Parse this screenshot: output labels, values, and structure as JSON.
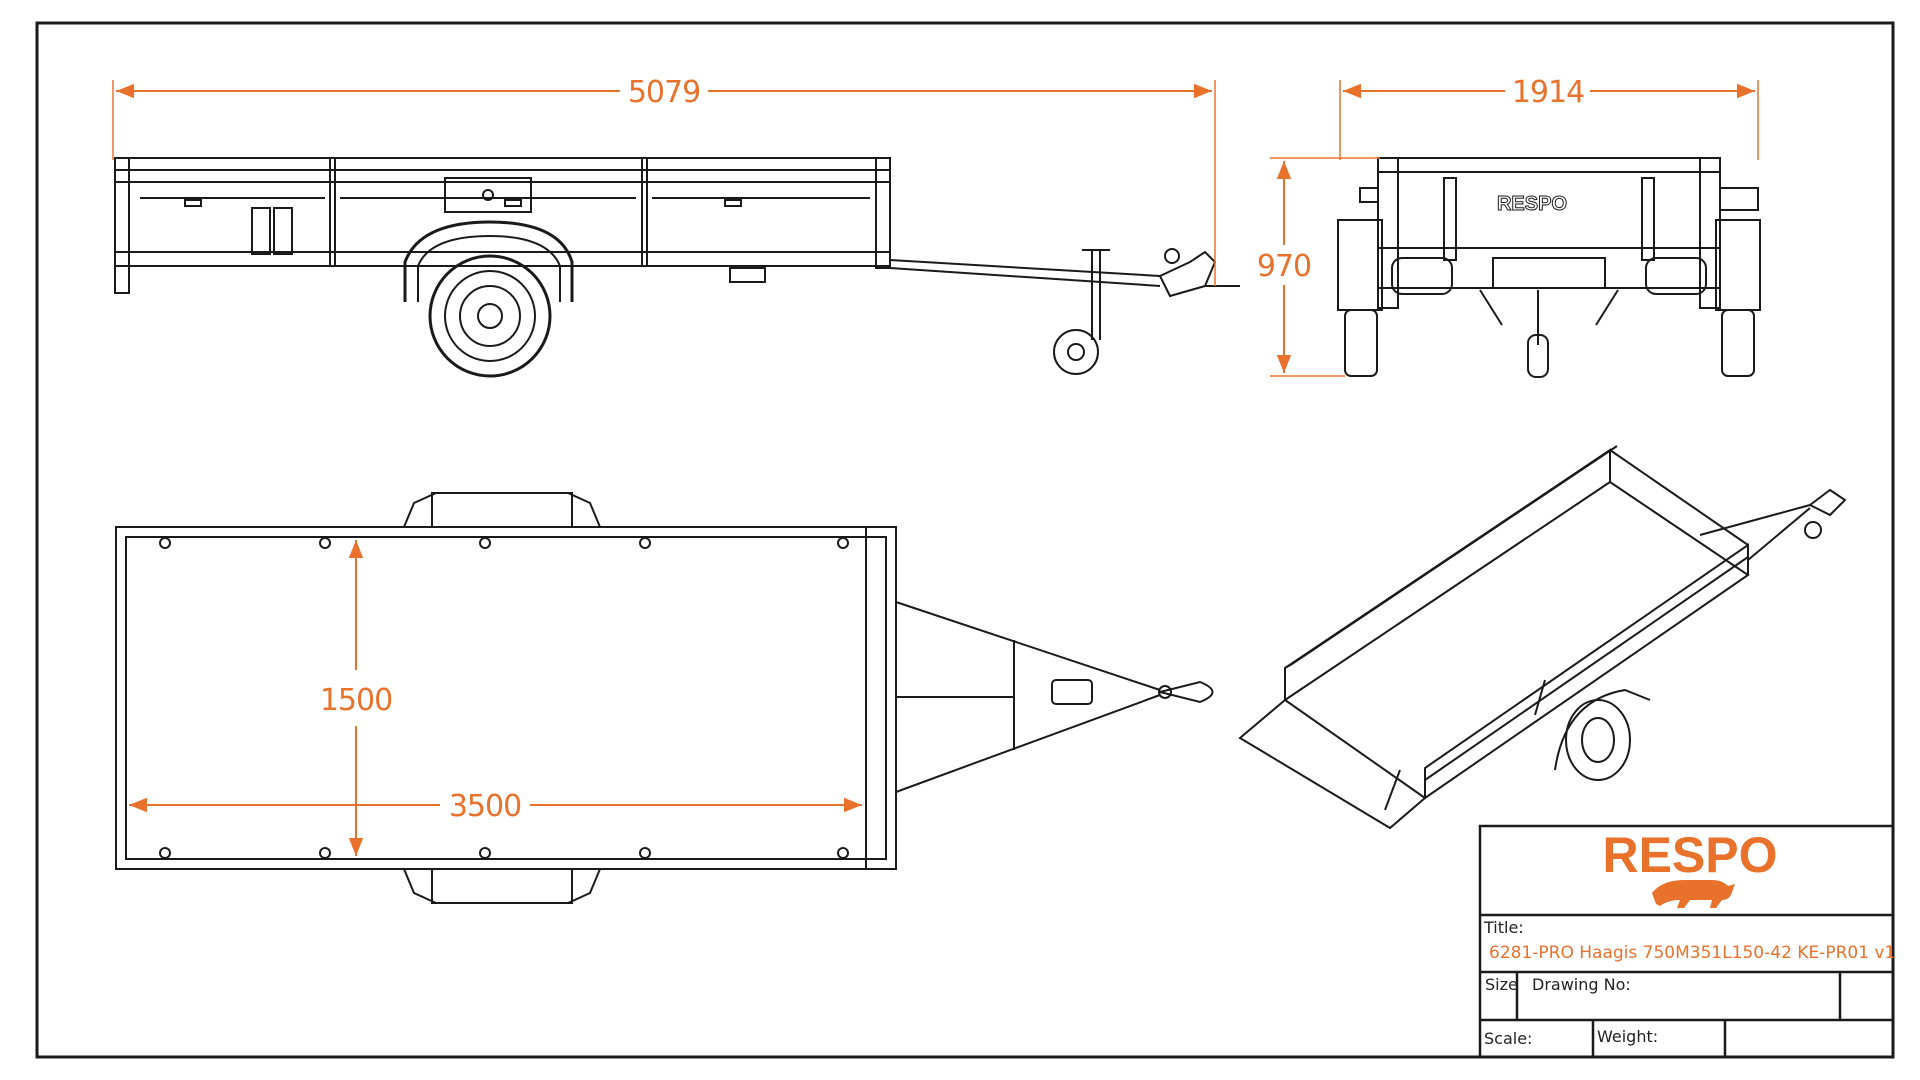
{
  "colors": {
    "dimension": "#E8722C",
    "line": "#1a1a1a",
    "brand": "#E8722C"
  },
  "dimensions": {
    "overall_length": "5079",
    "overall_width": "1914",
    "overall_height": "970",
    "box_width": "1500",
    "box_length": "3500"
  },
  "side_view": {
    "brand_plate": "RESPO"
  },
  "title_block": {
    "logo_text": "RESPO",
    "logo_icon": "bull-icon",
    "title_label": "Title:",
    "title_value": "6281-PRO Haagis 750M351L150-42 KE-PR01 v1",
    "size_label": "Size",
    "drawing_no_label": "Drawing No:",
    "scale_label": "Scale:",
    "weight_label": "Weight:"
  }
}
